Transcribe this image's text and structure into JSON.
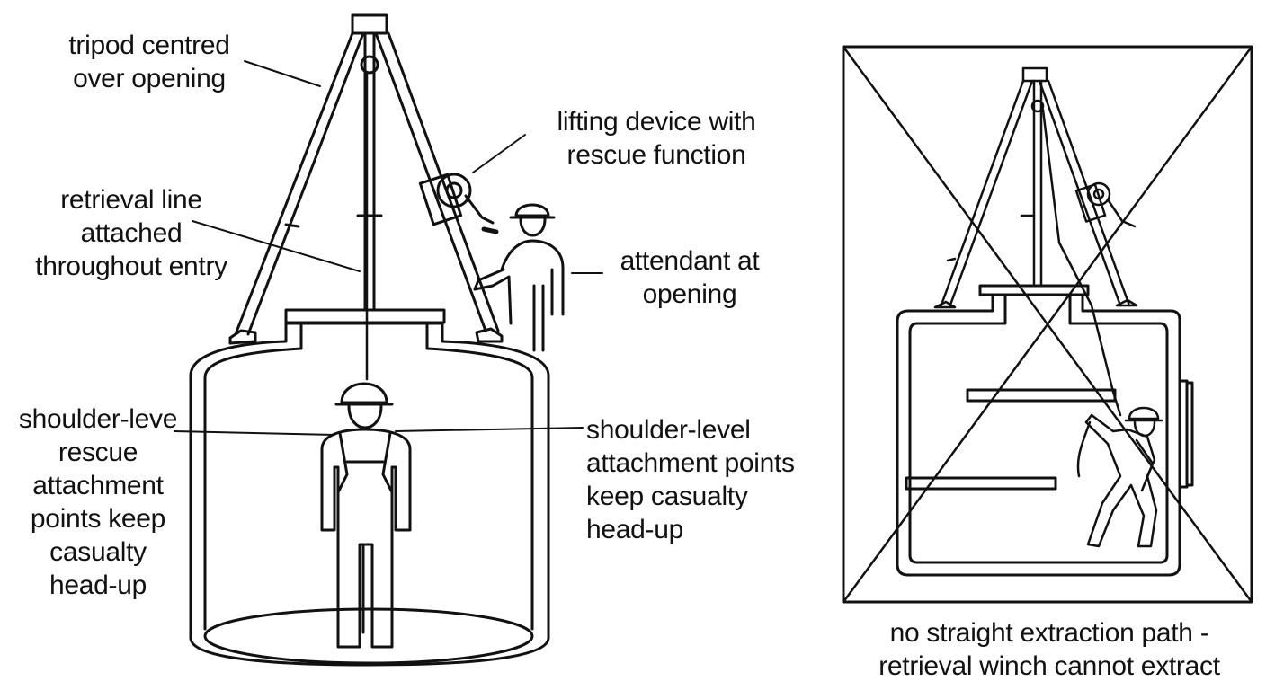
{
  "labels": {
    "tripod": [
      "tripod centred",
      "over opening"
    ],
    "lifting_device": [
      "lifting device with",
      "rescue function"
    ],
    "retrieval_line": [
      "retrieval line",
      "attached",
      "throughout entry"
    ],
    "attendant": [
      "attendant at",
      "opening"
    ],
    "left_attachment": [
      "shoulder-leve",
      "rescue",
      "attachment",
      "points keep",
      "casualty",
      "head-up"
    ],
    "right_attachment": [
      "shoulder-level",
      "attachment points",
      "keep casualty",
      "head-up"
    ],
    "bad_example_caption": [
      "no straight extraction path -",
      "retrieval winch cannot extract"
    ]
  },
  "colors": {
    "ink": "#111111",
    "background": "#ffffff"
  }
}
